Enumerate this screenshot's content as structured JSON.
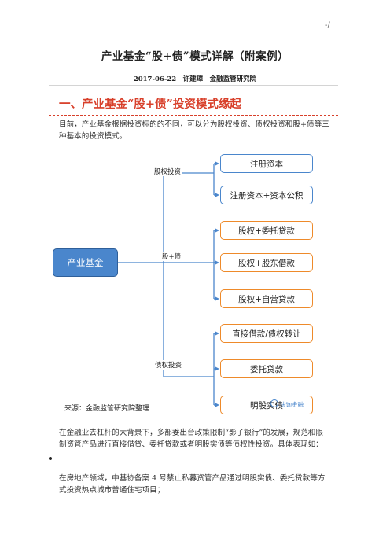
{
  "corner_mark": "-/",
  "title": "产业基金“股+债”模式详解（附案例）",
  "byline": "2017-06-22　许建璋　金融监管研究院",
  "section_title": "一、产业基金“股+债”投资模式缘起",
  "paragraphs": {
    "intro": "目前，产业基金根据投资标的的不同，可以分为股权投资、债权投资和股+债等三种基本的投资模式。",
    "background": "在金融业去杠杆的大背景下，多部委出台政策限制“影子银行”的发展，规范和限制资管产品进行直接借贷、委托贷款或者明股实债等债权性投资。具体表现如：",
    "real_estate": "在房地产领域，中基协备案 4 号禁止私募资管产品通过明股实债、委托贷款等方式投资热点城市普通住宅项目；"
  },
  "diagram": {
    "root": "产业基金",
    "branches": [
      {
        "label": "股权投资",
        "items": [
          "注册资本",
          "注册资本+资本公积"
        ]
      },
      {
        "label": "股+债",
        "items": [
          "股权+委托贷款",
          "股权+股东借款",
          "股权+自营贷款"
        ]
      },
      {
        "label": "债权投资",
        "items": [
          "直接借款/债权转让",
          "委托贷款",
          "明股实债"
        ]
      }
    ],
    "source": "来源：金融监管研究院整理",
    "watermark": "法询金融",
    "colors": {
      "root_fill": "#4a86cc",
      "blue_border": "#4a86cc",
      "orange_border": "#ee8a2a",
      "line": "#4a86cc"
    }
  }
}
